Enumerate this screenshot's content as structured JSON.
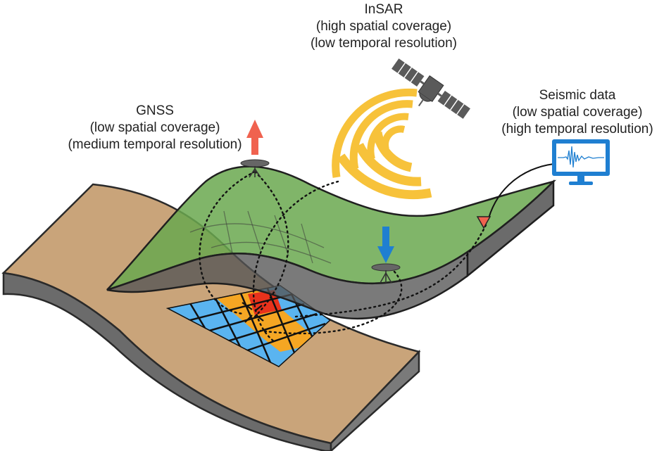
{
  "insar": {
    "title": "InSAR",
    "line1": "(high spatial coverage)",
    "line2": "(low temporal resolution)"
  },
  "gnss": {
    "title": "GNSS",
    "line1": "(low spatial coverage)",
    "line2": "(medium temporal resolution)"
  },
  "seismic": {
    "title": "Seismic data",
    "line1": "(low spatial coverage)",
    "line2": "(high temporal resolution)"
  },
  "colors": {
    "crust_tan": "#c9a47a",
    "slab_side": "#6b6b6b",
    "surface_green": "#6aa84f",
    "fault_blue": "#5ab4f0",
    "fault_orange": "#f5a623",
    "fault_red": "#e8321c",
    "signal_yellow": "#f7c23a",
    "gnss_up_arrow": "#f0624f",
    "gnss_down_arrow": "#1f7fd1",
    "monitor_blue": "#1f7fd1",
    "seismic_station": "#f0624f",
    "satellite_gray": "#5a5a5a"
  }
}
